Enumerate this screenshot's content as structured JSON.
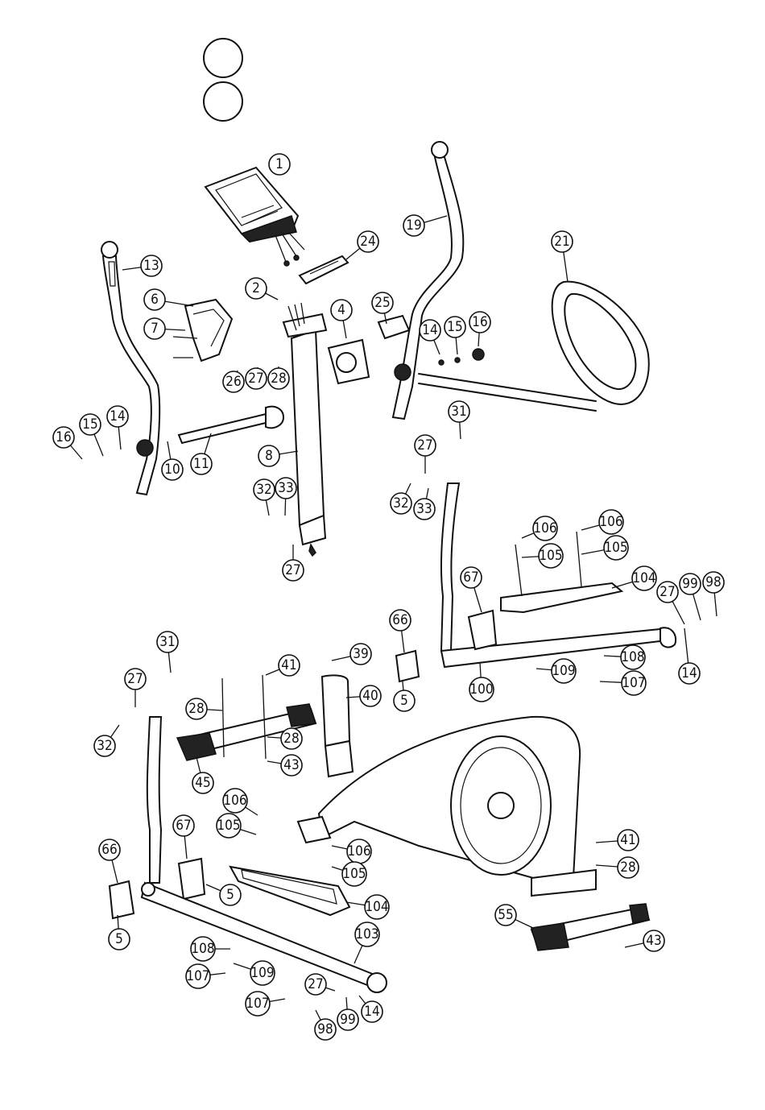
{
  "legend_circles": 2,
  "callouts": [
    {
      "id": "c1",
      "label": "1"
    },
    {
      "id": "c24",
      "label": "24"
    },
    {
      "id": "c2",
      "label": "2"
    },
    {
      "id": "c4",
      "label": "4"
    },
    {
      "id": "c25",
      "label": "25"
    },
    {
      "id": "c19",
      "label": "19"
    },
    {
      "id": "c21",
      "label": "21"
    },
    {
      "id": "c13",
      "label": "13"
    },
    {
      "id": "c6",
      "label": "6"
    },
    {
      "id": "c7",
      "label": "7"
    },
    {
      "id": "c26",
      "label": "26"
    },
    {
      "id": "c27a",
      "label": "27"
    },
    {
      "id": "c28a",
      "label": "28"
    },
    {
      "id": "c14a",
      "label": "14"
    },
    {
      "id": "c15a",
      "label": "15"
    },
    {
      "id": "c16a",
      "label": "16"
    },
    {
      "id": "c16b",
      "label": "16"
    },
    {
      "id": "c15b",
      "label": "15"
    },
    {
      "id": "c14b",
      "label": "14"
    },
    {
      "id": "c10",
      "label": "10"
    },
    {
      "id": "c11",
      "label": "11"
    },
    {
      "id": "c8",
      "label": "8"
    },
    {
      "id": "c31a",
      "label": "31"
    },
    {
      "id": "c27b",
      "label": "27"
    },
    {
      "id": "c32a",
      "label": "32"
    },
    {
      "id": "c33a",
      "label": "33"
    },
    {
      "id": "c32b",
      "label": "32"
    },
    {
      "id": "c33b",
      "label": "33"
    },
    {
      "id": "c27c",
      "label": "27"
    },
    {
      "id": "c106a",
      "label": "106"
    },
    {
      "id": "c106b",
      "label": "106"
    },
    {
      "id": "c105a",
      "label": "105"
    },
    {
      "id": "c105b",
      "label": "105"
    },
    {
      "id": "c67a",
      "label": "67"
    },
    {
      "id": "c104a",
      "label": "104"
    },
    {
      "id": "c27d",
      "label": "27"
    },
    {
      "id": "c99a",
      "label": "99"
    },
    {
      "id": "c98a",
      "label": "98"
    },
    {
      "id": "c14c",
      "label": "14"
    },
    {
      "id": "c66a",
      "label": "66"
    },
    {
      "id": "c5a",
      "label": "5"
    },
    {
      "id": "c108a",
      "label": "108"
    },
    {
      "id": "c109a",
      "label": "109"
    },
    {
      "id": "c107a",
      "label": "107"
    },
    {
      "id": "c100",
      "label": "100"
    },
    {
      "id": "c39",
      "label": "39"
    },
    {
      "id": "c40",
      "label": "40"
    },
    {
      "id": "c41a",
      "label": "41"
    },
    {
      "id": "c31b",
      "label": "31"
    },
    {
      "id": "c27e",
      "label": "27"
    },
    {
      "id": "c28b",
      "label": "28"
    },
    {
      "id": "c28c",
      "label": "28"
    },
    {
      "id": "c43a",
      "label": "43"
    },
    {
      "id": "c45",
      "label": "45"
    },
    {
      "id": "c32c",
      "label": "32"
    },
    {
      "id": "c106c",
      "label": "106"
    },
    {
      "id": "c105c",
      "label": "105"
    },
    {
      "id": "c67b",
      "label": "67"
    },
    {
      "id": "c66b",
      "label": "66"
    },
    {
      "id": "c5b",
      "label": "5"
    },
    {
      "id": "c5c",
      "label": "5"
    },
    {
      "id": "c106d",
      "label": "106"
    },
    {
      "id": "c105d",
      "label": "105"
    },
    {
      "id": "c104b",
      "label": "104"
    },
    {
      "id": "c41b",
      "label": "41"
    },
    {
      "id": "c28d",
      "label": "28"
    },
    {
      "id": "c55",
      "label": "55"
    },
    {
      "id": "c43b",
      "label": "43"
    },
    {
      "id": "c108b",
      "label": "108"
    },
    {
      "id": "c107b",
      "label": "107"
    },
    {
      "id": "c109b",
      "label": "109"
    },
    {
      "id": "c103",
      "label": "103"
    },
    {
      "id": "c107c",
      "label": "107"
    },
    {
      "id": "c27f",
      "label": "27"
    },
    {
      "id": "c98b",
      "label": "98"
    },
    {
      "id": "c99b",
      "label": "99"
    },
    {
      "id": "c14d",
      "label": "14"
    }
  ],
  "colors": {
    "line": "#111111",
    "background": "#ffffff"
  }
}
